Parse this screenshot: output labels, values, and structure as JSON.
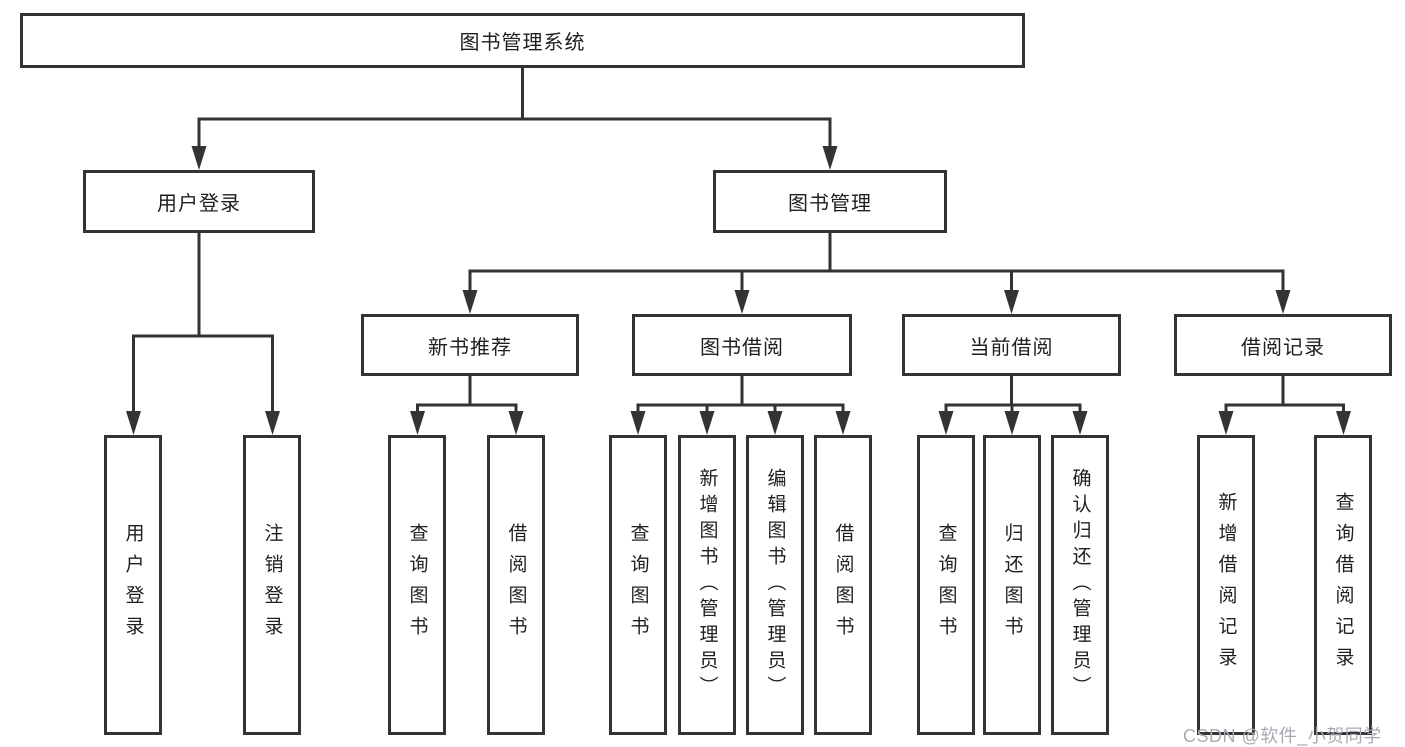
{
  "tree": {
    "root": {
      "label": "图书管理系统",
      "children": [
        {
          "label": "用户登录",
          "children": [
            {
              "label": "用户登录"
            },
            {
              "label": "注销登录"
            }
          ]
        },
        {
          "label": "图书管理",
          "children": [
            {
              "label": "新书推荐",
              "children": [
                {
                  "label": "查询图书"
                },
                {
                  "label": "借阅图书"
                }
              ]
            },
            {
              "label": "图书借阅",
              "children": [
                {
                  "label": "查询图书"
                },
                {
                  "label": "新增图书（管理员）"
                },
                {
                  "label": "编辑图书（管理员）"
                },
                {
                  "label": "借阅图书"
                }
              ]
            },
            {
              "label": "当前借阅",
              "children": [
                {
                  "label": "查询图书"
                },
                {
                  "label": "归还图书"
                },
                {
                  "label": "确认归还（管理员）"
                }
              ]
            },
            {
              "label": "借阅记录",
              "children": [
                {
                  "label": "新增借阅记录"
                },
                {
                  "label": "查询借阅记录"
                }
              ]
            }
          ]
        }
      ]
    }
  },
  "watermark": {
    "text": "CSDN @软件_小贺同学"
  },
  "colors": {
    "line": "#333333",
    "box_border": "#333333",
    "box_fill": "#ffffff",
    "text": "#1f1f1f",
    "watermark": "#a8abb2",
    "background": "#ffffff"
  }
}
